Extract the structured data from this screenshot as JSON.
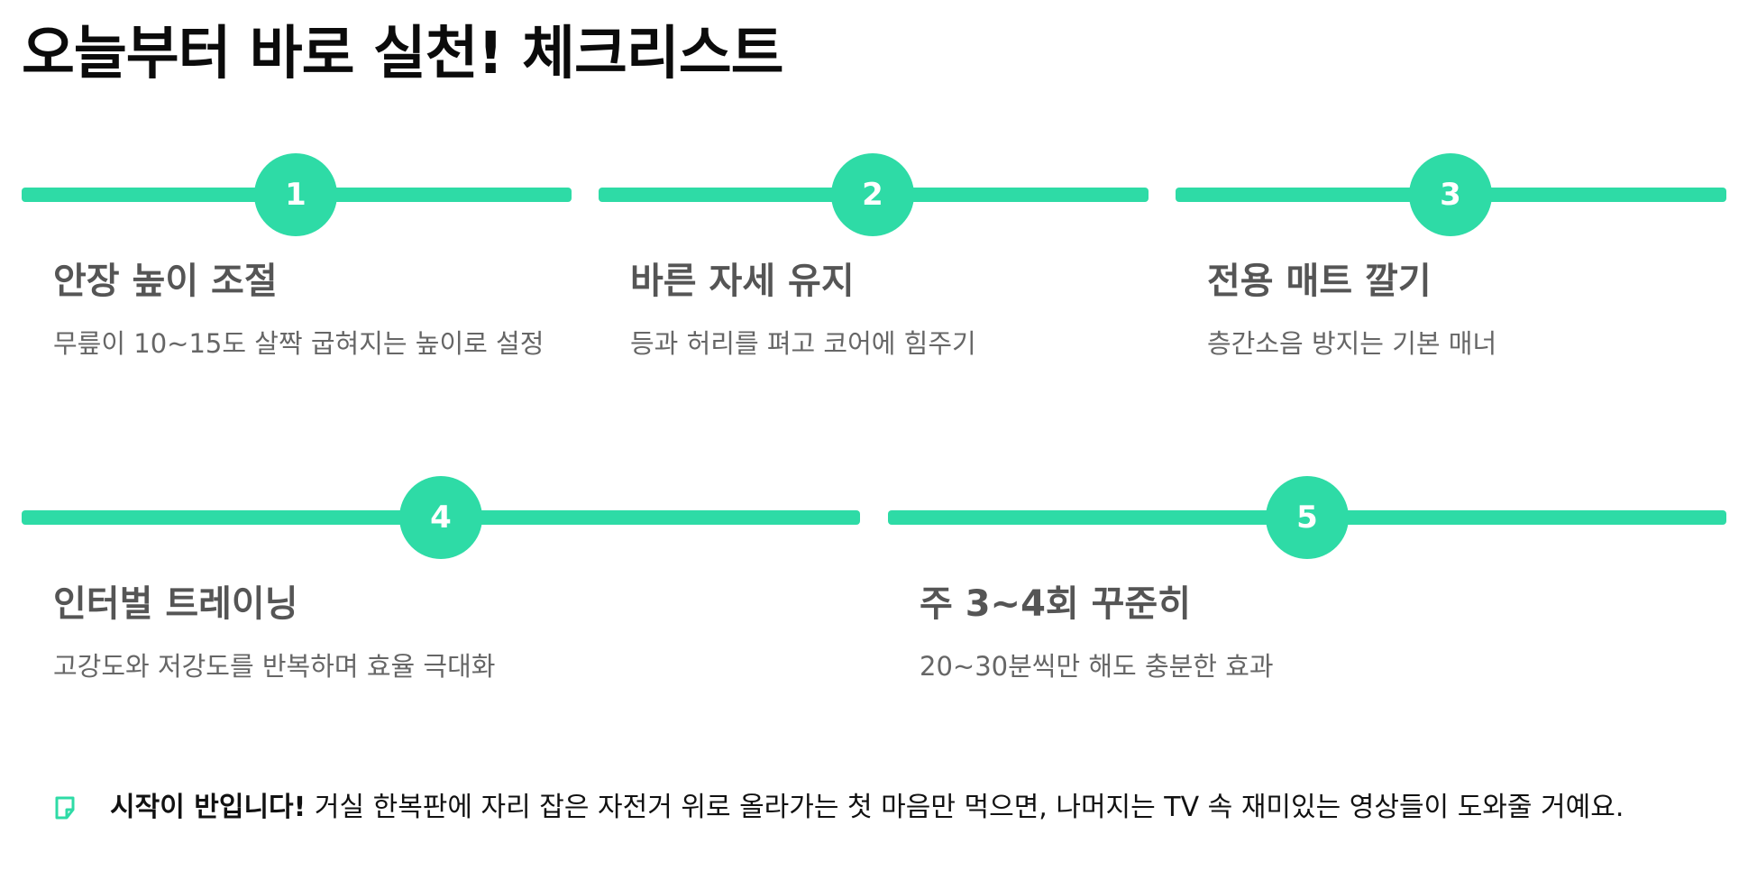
{
  "page": {
    "title": "오늘부터 바로 실천! 체크리스트",
    "accent_color": "#2edba6"
  },
  "steps": [
    {
      "number": "1",
      "title": "안장 높이 조절",
      "desc": "무릎이 10~15도 살짝 굽혀지는 높이로 설정"
    },
    {
      "number": "2",
      "title": "바른 자세 유지",
      "desc": "등과 허리를 펴고 코어에 힘주기"
    },
    {
      "number": "3",
      "title": "전용 매트 깔기",
      "desc": "층간소음 방지는 기본 매너"
    },
    {
      "number": "4",
      "title": "인터벌 트레이닝",
      "desc": "고강도와 저강도를 반복하며 효율 극대화"
    },
    {
      "number": "5",
      "title": "주 3~4회 꾸준히",
      "desc": "20~30분씩만 해도 충분한 효과"
    }
  ],
  "tip": {
    "icon": "sticky-note-icon",
    "bold": "시작이 반입니다!",
    "text": " 거실 한복판에 자리 잡은 자전거 위로 올라가는 첫 마음만 먹으면, 나머지는 TV 속 재미있는 영상들이 도와줄 거예요."
  }
}
